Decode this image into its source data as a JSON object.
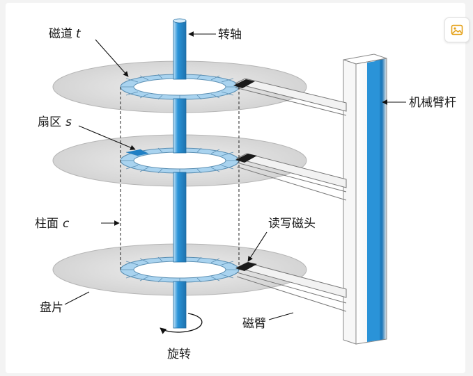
{
  "labels": {
    "track": "磁道",
    "track_var": "t",
    "spindle": "转轴",
    "sector": "扇区",
    "sector_var": "s",
    "actuator": "机械臂杆",
    "cylinder": "柱面",
    "cylinder_var": "c",
    "head": "读写磁头",
    "platter": "盘片",
    "arm": "磁臂",
    "rotation": "旋转"
  },
  "toolbar": {
    "image_button_icon": "image-icon"
  },
  "colors": {
    "platter": "#d2d2d2",
    "spindle": "#2a93d8",
    "track_ring": "#a9d3ef",
    "track_inner": "#ffffff",
    "sector_highlight": "#1f7fc4",
    "actuator": "#2a93d8",
    "head": "#1a1a1a"
  }
}
